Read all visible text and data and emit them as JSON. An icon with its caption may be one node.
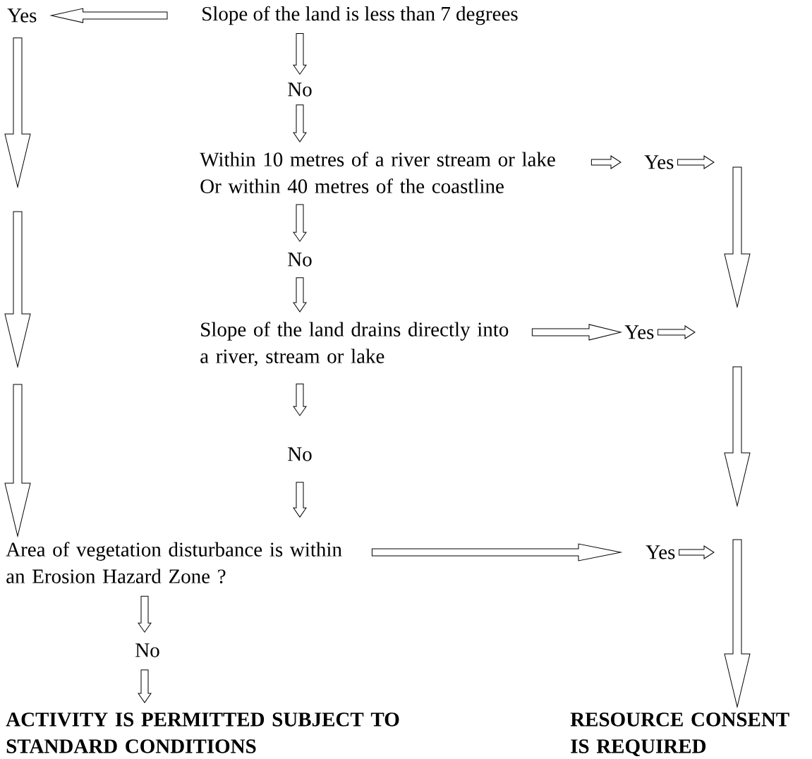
{
  "diagram": {
    "nodes": [
      {
        "text": [
          "Slope of the land is less than 7 degrees"
        ]
      },
      {
        "text": [
          "Yes"
        ]
      },
      {
        "text": [
          "No"
        ]
      },
      {
        "text": [
          "Within 10 metres of a river stream or lake Or within 40 metres of the coastline"
        ]
      },
      {
        "text": [
          "Yes"
        ]
      },
      {
        "text": [
          "No"
        ]
      },
      {
        "text": [
          "Slope of the land drains directly into a river, stream or lake"
        ]
      },
      {
        "text": [
          "Yes"
        ]
      },
      {
        "text": [
          "No"
        ]
      },
      {
        "text": [
          "Area of vegetation disturbance is within an Erosion Hazard Zone ?"
        ]
      },
      {
        "text": [
          "Yes"
        ]
      },
      {
        "text": [
          "No"
        ]
      },
      {
        "text": [
          "ACTIVITY IS PERMITTED SUBJECT TO STANDARD CONDITIONS"
        ]
      },
      {
        "text": [
          "RESOURCE CONSENT IS REQUIRED"
        ]
      }
    ],
    "edges": [
      {
        "from": 0,
        "to": 1,
        "arrow": "to"
      },
      {
        "from": 0,
        "to": 2,
        "arrow": "to"
      },
      {
        "from": 2,
        "to": 3,
        "arrow": "to"
      },
      {
        "from": 3,
        "to": 4,
        "arrow": "to"
      },
      {
        "from": 1,
        "to": null,
        "arrow": "to"
      },
      {
        "from": null,
        "to": 9,
        "arrow": "to"
      },
      {
        "from": 3,
        "to": 5,
        "arrow": "to"
      },
      {
        "from": 5,
        "to": 6,
        "arrow": "to"
      },
      {
        "from": 6,
        "to": 7,
        "arrow": "to"
      },
      {
        "from": 6,
        "to": 8,
        "arrow": "to"
      },
      {
        "from": 8,
        "to": 9,
        "arrow": "to"
      },
      {
        "from": 9,
        "to": 10,
        "arrow": "to"
      },
      {
        "from": 9,
        "to": 11,
        "arrow": "to"
      },
      {
        "from": 11,
        "to": 12,
        "arrow": "to"
      },
      {
        "from": 4,
        "to": null,
        "arrow": "to"
      },
      {
        "from": 7,
        "to": null,
        "arrow": "to"
      },
      {
        "from": 10,
        "to": null,
        "arrow": "to"
      },
      {
        "from": null,
        "to": 13,
        "arrow": "to"
      }
    ]
  }
}
